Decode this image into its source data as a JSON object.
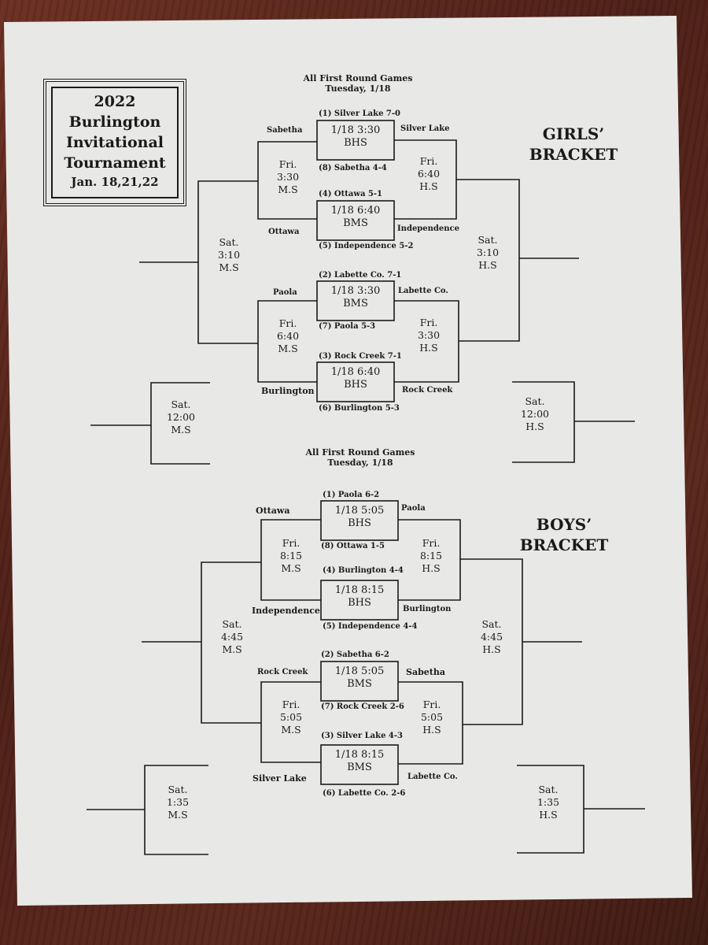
{
  "colors": {
    "paper": "#e8e9e6",
    "ink": "#1a1a1a",
    "desk": "#5a261b"
  },
  "title": {
    "year": "2022",
    "line1": "Burlington",
    "line2": "Invitational",
    "line3": "Tournament",
    "dates": "Jan. 18,21,22"
  },
  "girls": {
    "header1": "GIRLS’",
    "header2": "BRACKET",
    "first_round_title": "All First Round Games",
    "first_round_date": "Tuesday, 1/18",
    "games": [
      {
        "seed_top": "(1)  Silver Lake 7-0",
        "time": "1/18  3:30",
        "site": "BHS",
        "seed_bottom": "(8) Sabetha 4-4",
        "left_winner": "Sabetha",
        "right_winner": "Silver Lake"
      },
      {
        "seed_top": "(4) Ottawa 5-1",
        "time": "1/18  6:40",
        "site": "BMS",
        "seed_bottom": "(5) Independence 5-2",
        "left_winner": "Ottawa",
        "right_winner": "Independence"
      },
      {
        "seed_top": "(2) Labette Co. 7-1",
        "time": "1/18 3:30",
        "site": "BMS",
        "seed_bottom": "(7) Paola  5-3",
        "left_winner": "Paola",
        "right_winner": "Labette Co."
      },
      {
        "seed_top": "(3) Rock Creek 7-1",
        "time": "1/18 6:40",
        "site": "BHS",
        "seed_bottom": "(6) Burlington 5-3",
        "left_winner": "Burlington",
        "right_winner": "Rock Creek"
      }
    ],
    "semis": {
      "top_left": [
        "Fri.",
        "3:30",
        "M.S"
      ],
      "top_right": [
        "Fri.",
        "6:40",
        "H.S"
      ],
      "bottom_left": [
        "Fri.",
        "6:40",
        "M.S"
      ],
      "bottom_right": [
        "Fri.",
        "3:30",
        "H.S"
      ]
    },
    "finals": {
      "left": [
        "Sat.",
        "3:10",
        "M.S"
      ],
      "right": [
        "Sat.",
        "3:10",
        "H.S"
      ]
    },
    "consolation": {
      "left": [
        "Sat.",
        "12:00",
        "M.S"
      ],
      "right": [
        "Sat.",
        "12:00",
        "H.S"
      ]
    }
  },
  "boys": {
    "header1": "BOYS’",
    "header2": "BRACKET",
    "first_round_title": "All First Round Games",
    "first_round_date": "Tuesday, 1/18",
    "games": [
      {
        "seed_top": "(1)   Paola 6-2",
        "time": "1/18 5:05",
        "site": "BHS",
        "seed_bottom": "(8) Ottawa 1-5",
        "left_winner": "Ottawa",
        "right_winner": "Paola"
      },
      {
        "seed_top": "(4) Burlington 4-4",
        "time": "1/18 8:15",
        "site": "BHS",
        "seed_bottom": "(5) Independence 4-4",
        "left_winner": "Independence",
        "right_winner": "Burlington"
      },
      {
        "seed_top": "(2) Sabetha 6-2",
        "time": "1/18 5:05",
        "site": "BMS",
        "seed_bottom": "(7) Rock Creek 2-6",
        "left_winner": "Rock Creek",
        "right_winner": "Sabetha"
      },
      {
        "seed_top": "(3) Silver Lake 4-3",
        "time": "1/18 8:15",
        "site": "BMS",
        "seed_bottom": "(6) Labette Co. 2-6",
        "left_winner": "Silver Lake",
        "right_winner": "Labette Co."
      }
    ],
    "semis": {
      "top_left": [
        "Fri.",
        "8:15",
        "M.S"
      ],
      "top_right": [
        "Fri.",
        "8:15",
        "H.S"
      ],
      "bottom_left": [
        "Fri.",
        "5:05",
        "M.S"
      ],
      "bottom_right": [
        "Fri.",
        "5:05",
        "H.S"
      ]
    },
    "finals": {
      "left": [
        "Sat.",
        "4:45",
        "M.S"
      ],
      "right": [
        "Sat.",
        "4:45",
        "H.S"
      ]
    },
    "consolation": {
      "left": [
        "Sat.",
        "1:35",
        "M.S"
      ],
      "right": [
        "Sat.",
        "1:35",
        "H.S"
      ]
    }
  }
}
